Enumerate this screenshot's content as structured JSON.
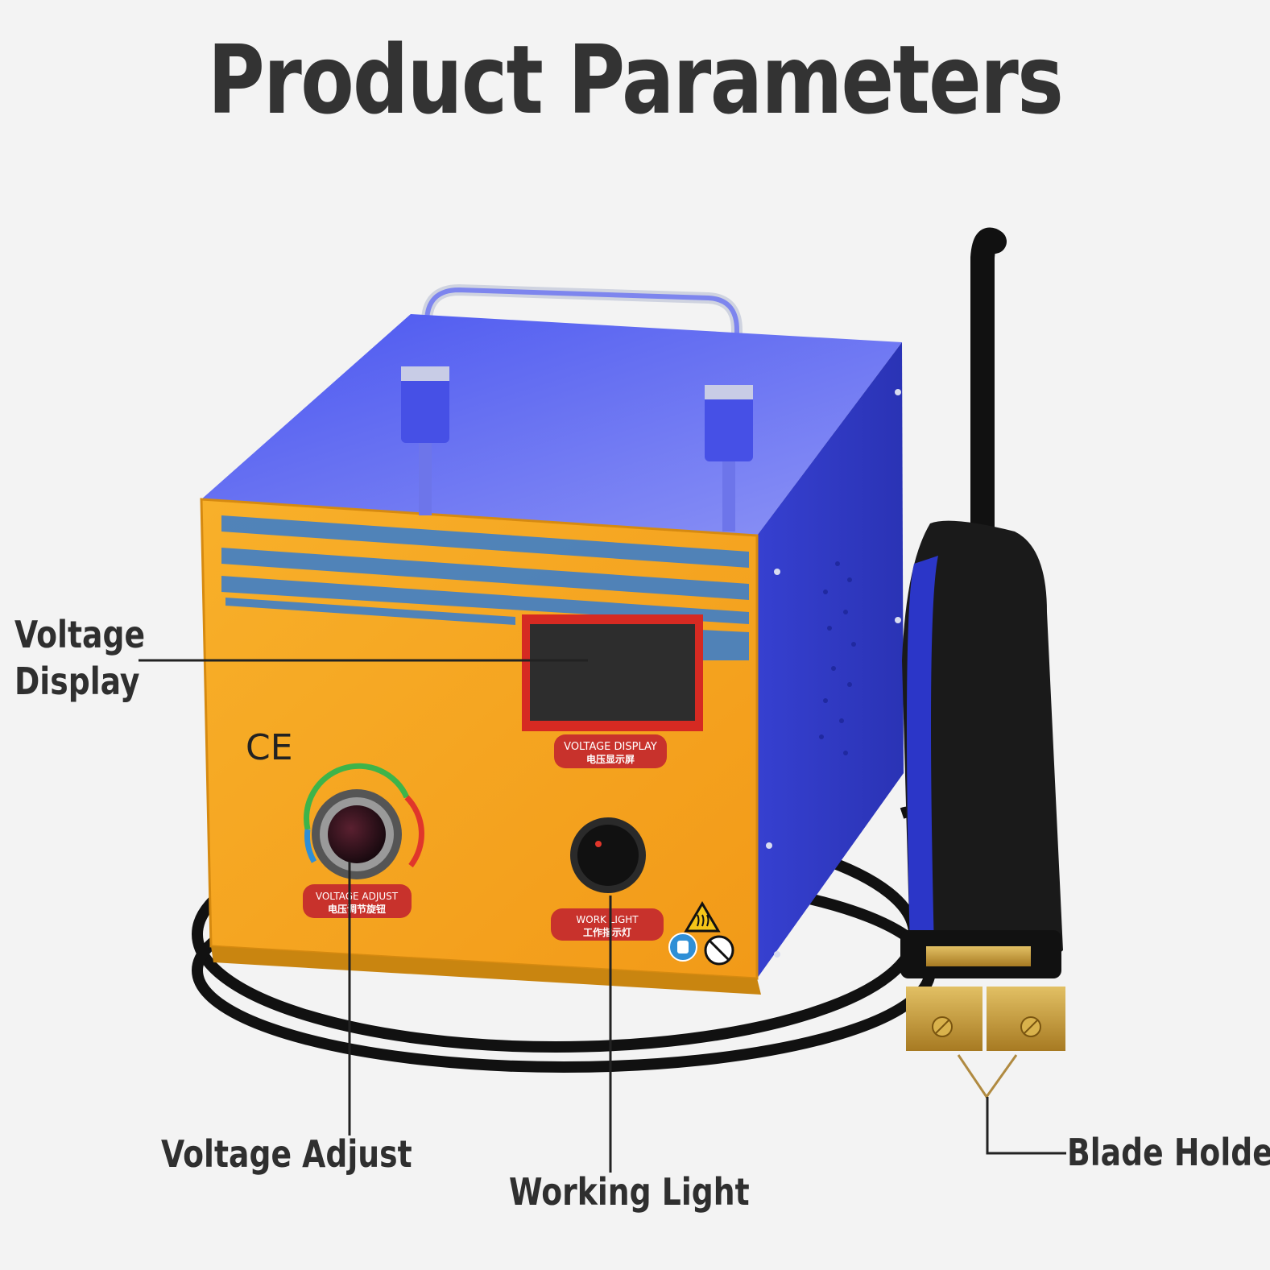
{
  "title": "Product Parameters",
  "callouts": {
    "voltage_display": [
      "Voltage",
      "Display"
    ],
    "voltage_adjust": "Voltage Adjust",
    "working_light": "Working Light",
    "blade_holder": "Blade Holder"
  },
  "panel_labels": {
    "voltage_display": {
      "en": "VOLTAGE DISPLAY",
      "zh": "电压显示屏"
    },
    "voltage_adjust": {
      "en": "VOLTAGE ADJUST",
      "zh": "电压调节旋钮"
    },
    "working_light": {
      "en": "WORK LIGHT",
      "zh": "工作指示灯"
    },
    "ce_mark": "CE"
  },
  "colors": {
    "body_blue": "#3f4be0",
    "front_orange": "#f5a623",
    "label_red": "#c8322c",
    "cable_black": "#111111",
    "brass": "#c9a040",
    "text_dark": "#2f2f2f"
  },
  "icons": [
    "heat-warning-icon",
    "gloves-icon",
    "goggles-icon"
  ]
}
